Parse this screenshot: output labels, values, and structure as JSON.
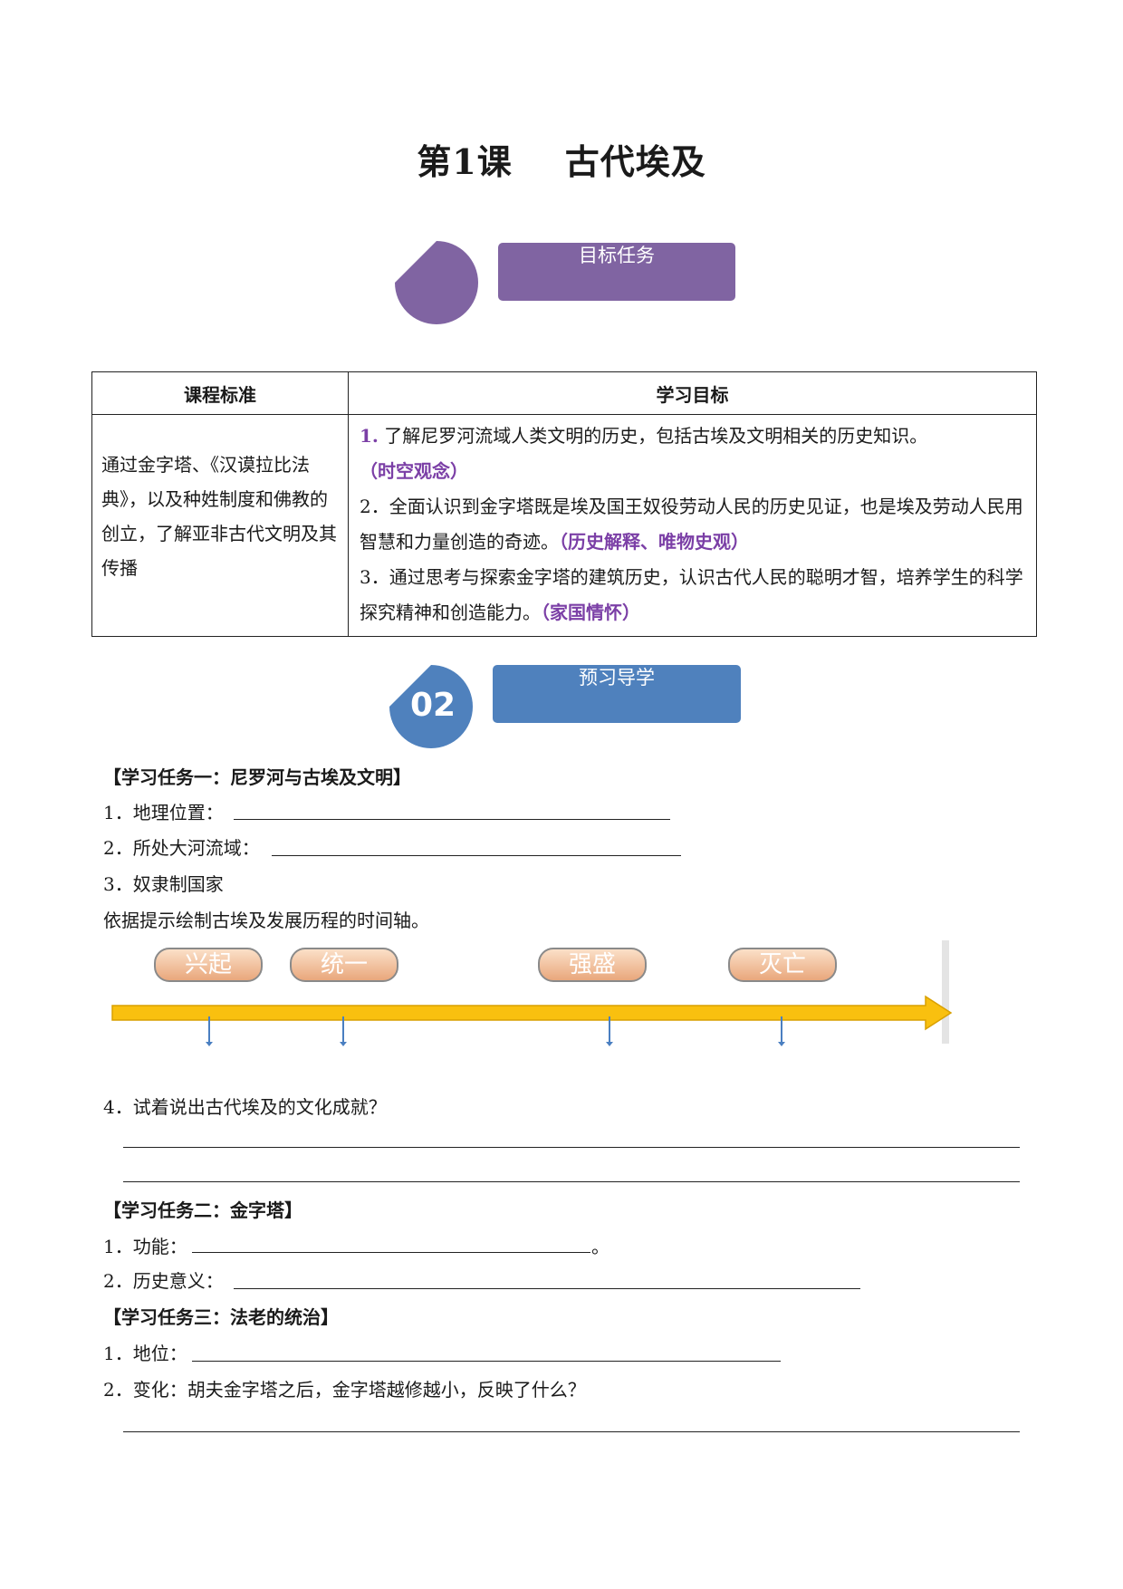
{
  "title": {
    "lesson": "第1课",
    "name": "古代埃及"
  },
  "section1": {
    "label": "目标任务",
    "color": "#8064a2"
  },
  "section2": {
    "label": "预习导学",
    "number": "02",
    "color": "#4f81bd"
  },
  "table": {
    "headers": [
      "课程标准",
      "学习目标"
    ],
    "standard": "通过金字塔、《汉谟拉比法典》，以及种姓制度和佛教的创立，了解亚非古代文明及其传播",
    "goals": [
      {
        "num": "1.",
        "text": "了解尼罗河流域人类文明的历史，包括古埃及文明相关的历史知识。",
        "tag": "（时空观念）"
      },
      {
        "num": "2．",
        "text": "全面认识到金字塔既是埃及国王奴役劳动人民的历史见证，也是埃及劳动人民用智慧和力量创造的奇迹。",
        "tag": "（历史解释、唯物史观）"
      },
      {
        "num": "3．",
        "text": "通过思考与探索金字塔的建筑历史，认识古代人民的聪明才智，培养学生的科学探究精神和创造能力。",
        "tag": "（家国情怀）"
      }
    ]
  },
  "task1": {
    "heading": "【学习任务一：尼罗河与古埃及文明】",
    "q1": "1．地理位置：",
    "q2": "2．所处大河流域：",
    "q3": "3．奴隶制国家",
    "instruction": "依据提示绘制古埃及发展历程的时间轴。",
    "timeline": [
      "兴起",
      "统一",
      "强盛",
      "灭亡"
    ],
    "q4": "4．试着说出古代埃及的文化成就？"
  },
  "task2": {
    "heading": "【学习任务二：金字塔】",
    "q1": "1．功能：",
    "q1_end": "。",
    "q2": "2．历史意义："
  },
  "task3": {
    "heading": "【学习任务三：法老的统治】",
    "q1": "1．地位：",
    "q2": "2．变化：胡夫金字塔之后，金字塔越修越小，反映了什么？"
  },
  "colors": {
    "accent_purple": "#7b3fa6",
    "arrow": "#f9c00f",
    "pill": "#e9a77c"
  }
}
